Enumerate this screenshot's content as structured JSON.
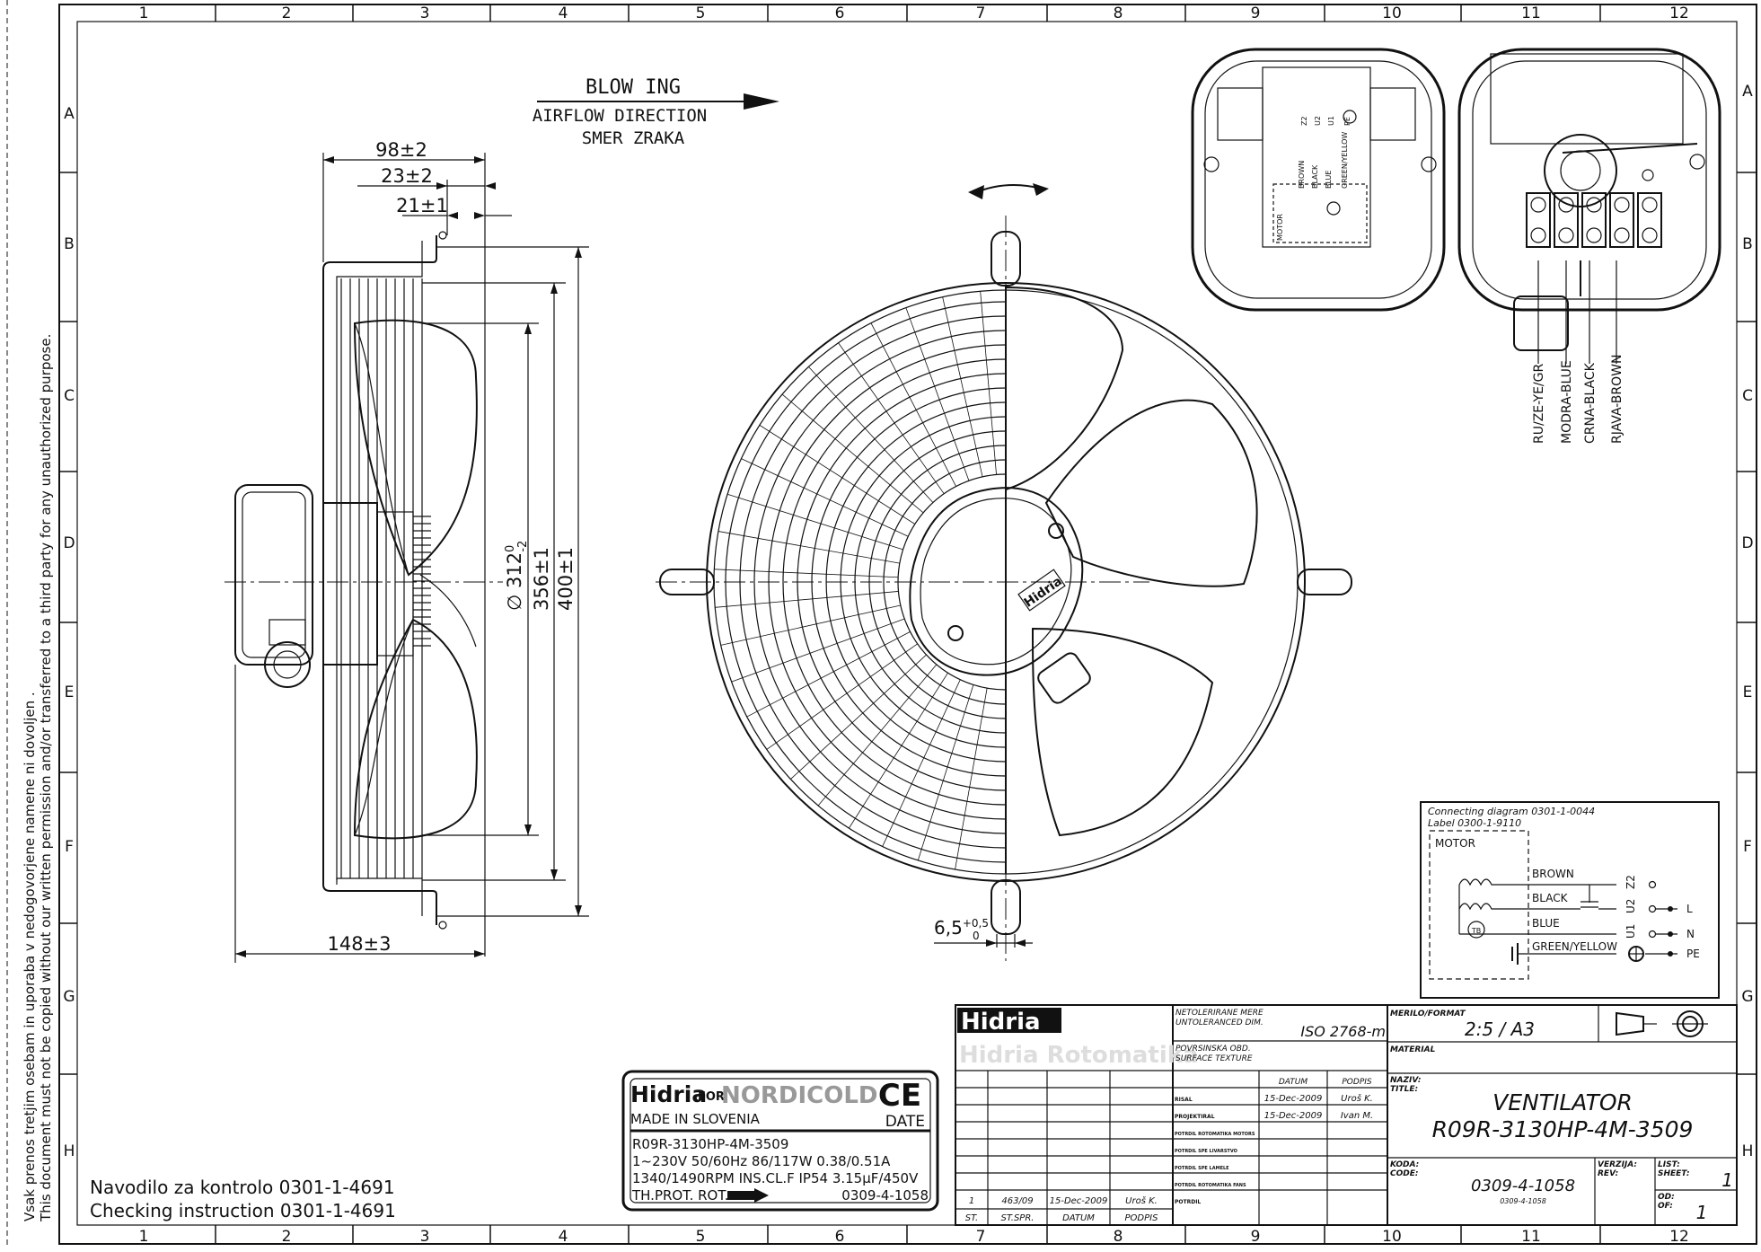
{
  "frame": {
    "columns": [
      "1",
      "2",
      "3",
      "4",
      "5",
      "6",
      "7",
      "8",
      "9",
      "10",
      "11",
      "12"
    ],
    "rows": [
      "A",
      "B",
      "C",
      "D",
      "E",
      "F",
      "G",
      "H"
    ]
  },
  "confidentiality": {
    "line1": "Vsak prenos tretjim osebam in uporaba v nedogovorjene namene ni dovoljen .",
    "line2": "This document must not be copied without our written permission and/or transferred to a third party for any unauthorized purpose."
  },
  "airflow": {
    "title": "BLOW ING",
    "line2": "AIRFLOW DIRECTION",
    "line3": "SMER ZRAKA"
  },
  "dimensions": {
    "d1": "98±2",
    "d2": "23±2",
    "d3": "21±1",
    "d4": "∅ 312",
    "d4_sup": "0",
    "d4_sub": "-2",
    "d5": "356±1",
    "d6": "400±1",
    "d7": "148±3",
    "d8": "6,5",
    "d8_sup": "+0,5",
    "d8_sub": "0"
  },
  "terminal_labels": [
    "RU/ZE-YE/GR",
    "MODRA-BLUE",
    "CRNA-BLACK",
    "RJAVA-BROWN"
  ],
  "terminal_box": {
    "wires": [
      "BROWN",
      "BLACK",
      "BLUE",
      "GREEN/YELLOW"
    ],
    "terms": [
      "Z2",
      "U2",
      "U1",
      "PE"
    ],
    "motor": "MOTOR"
  },
  "connecting": {
    "line1": "Connecting diagram 0301-1-0044",
    "line2": "Label 0300-1-9110",
    "motor": "MOTOR",
    "wires": [
      "BROWN",
      "BLACK",
      "BLUE",
      "GREEN/YELLOW"
    ],
    "terms": [
      "Z2",
      "U2",
      "U1"
    ],
    "outs": [
      "L",
      "N",
      "PE"
    ],
    "tb": "TB"
  },
  "label": {
    "brand": "Hidria",
    "for": "FOR",
    "partner": "NORDICOLD",
    "ce": "CE",
    "made": "MADE IN SLOVENIA",
    "date": "DATE",
    "model": "R09R-3130HP-4M-3509",
    "l1": "1~230V 50/60Hz 86/117W 0.38/0.51A",
    "l2": "1340/1490RPM INS.CL.F IP54 3.15µF/450V",
    "l3": "TH.PROT. ROT.",
    "code": "0309-4-1058"
  },
  "instructions": {
    "line1": "Navodilo za kontrolo 0301-1-4691",
    "line2": "Checking instruction 0301-1-4691"
  },
  "title_block": {
    "company": "Hidria",
    "company2": "Hidria Rotomatika",
    "untol": "NETOLERIRANE MERE",
    "untol2": "UNTOLERANCED DIM.",
    "iso": "ISO 2768-m",
    "surface": "POVRSINSKA OBD.",
    "surface2": "SURFACE TEXTURE",
    "datum_h": "DATUM",
    "podpis_h": "PODPIS",
    "risal": "RISAL",
    "projektiral": "PROJEKTIRAL",
    "r1_date": "15-Dec-2009",
    "r1_sign": "Uroš K.",
    "r2_date": "15-Dec-2009",
    "r2_sign": "Ivan M.",
    "potrdil1": "POTRDIL ROTOMATIKA MOTORS",
    "potrdil2": "POTRDIL SPE LIVARSTVO",
    "potrdil3": "POTRDIL SPE LAMELE",
    "potrdil4": "POTRDIL ROTOMATIKA FANS",
    "potrdil5": "POTRDIL",
    "rev_st": "1",
    "rev_stspr": "463/09",
    "rev_date": "15-Dec-2009",
    "rev_sign": "Uroš K.",
    "col_st": "ST.",
    "col_stspr": "ST.SPR.",
    "col_datum": "DATUM",
    "col_podpis": "PODPIS",
    "merilo": "MERILO/FORMAT",
    "scale": "2:5 / A3",
    "material": "MATERIAL",
    "naziv": "NAZIV:",
    "title_lbl": "TITLE:",
    "title1": "VENTILATOR",
    "title2": "R09R-3130HP-4M-3509",
    "koda": "KODA:",
    "code_lbl": "CODE:",
    "code": "0309-4-1058",
    "code_small": "0309-4-1058",
    "verzija": "VERZIJA:",
    "rev": "REV:",
    "list": "LIST:",
    "sheet": "SHEET:",
    "sheet_no": "1",
    "od": "OD:",
    "of": "OF:",
    "of_no": "1"
  }
}
